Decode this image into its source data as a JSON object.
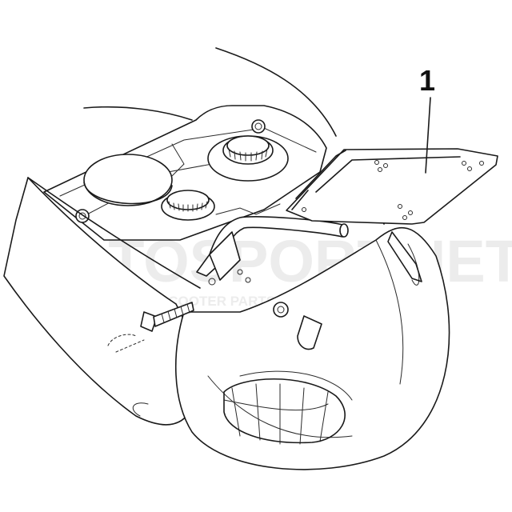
{
  "callout": {
    "part_number": "1"
  },
  "watermark": {
    "brand": "MOTOSPORT.NET",
    "tagline": "HARDCORE SCOOTER PARTS"
  }
}
